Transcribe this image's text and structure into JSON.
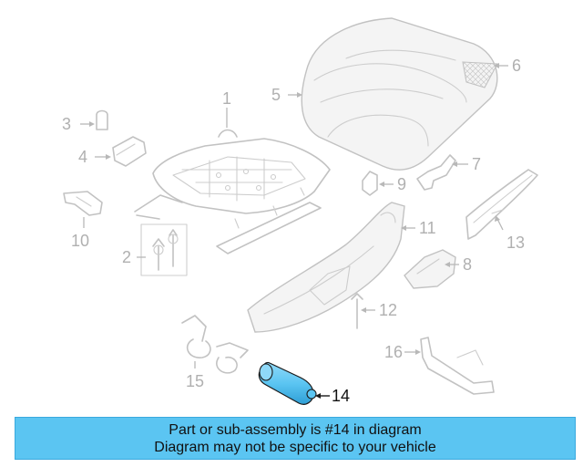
{
  "diagram": {
    "callouts": [
      "1",
      "2",
      "3",
      "4",
      "5",
      "6",
      "7",
      "8",
      "9",
      "10",
      "11",
      "12",
      "13",
      "14",
      "15",
      "16"
    ],
    "highlighted_part": "14",
    "highlight_color": "#5bc5f2",
    "line_color": "#c2c2c2"
  },
  "banner": {
    "line1": "Part or sub-assembly is #14 in diagram",
    "line2": "Diagram may not be specific to your vehicle",
    "background": "#5bc5f2"
  }
}
